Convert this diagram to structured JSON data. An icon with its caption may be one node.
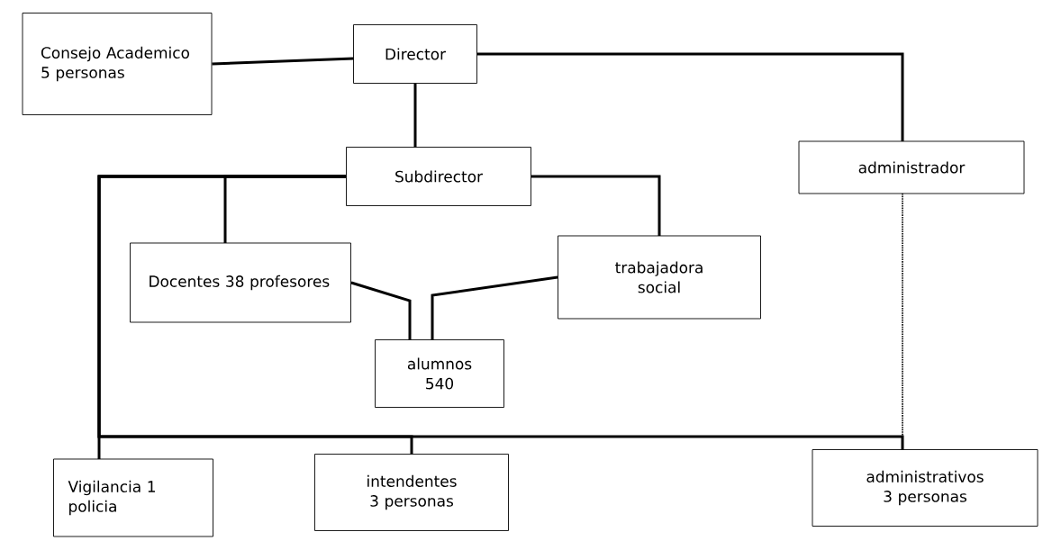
{
  "diagram": {
    "nodes": [
      {
        "text": [
          "Consejo Academico 5 personas"
        ]
      },
      {
        "text": [
          "Director"
        ]
      },
      {
        "text": [
          "administrador"
        ]
      },
      {
        "text": [
          "Subdirector"
        ]
      },
      {
        "text": [
          "Docentes 38 profesores"
        ]
      },
      {
        "text": [
          "trabajadora social"
        ]
      },
      {
        "text": [
          "alumnos 540"
        ]
      },
      {
        "text": [
          "Vigilancia 1 policia"
        ]
      },
      {
        "text": [
          "intendentes 3 personas"
        ]
      },
      {
        "text": [
          "administrativos 3 personas"
        ]
      }
    ],
    "edges": [
      {
        "from": 0,
        "to": 1,
        "arrow": "none"
      },
      {
        "from": 1,
        "to": 2,
        "arrow": "none"
      },
      {
        "from": 1,
        "to": 3,
        "arrow": "none"
      },
      {
        "from": 3,
        "to": 4,
        "arrow": "none"
      },
      {
        "from": 3,
        "to": 5,
        "arrow": "none"
      },
      {
        "from": 3,
        "to": 7,
        "arrow": "none"
      },
      {
        "from": 3,
        "to": 8,
        "arrow": "none"
      },
      {
        "from": 3,
        "to": 9,
        "arrow": "none"
      },
      {
        "from": 2,
        "to": 9,
        "arrow": "none",
        "style": "dashed"
      },
      {
        "from": 4,
        "to": 6,
        "arrow": "none"
      },
      {
        "from": 5,
        "to": 6,
        "arrow": "none"
      }
    ]
  }
}
